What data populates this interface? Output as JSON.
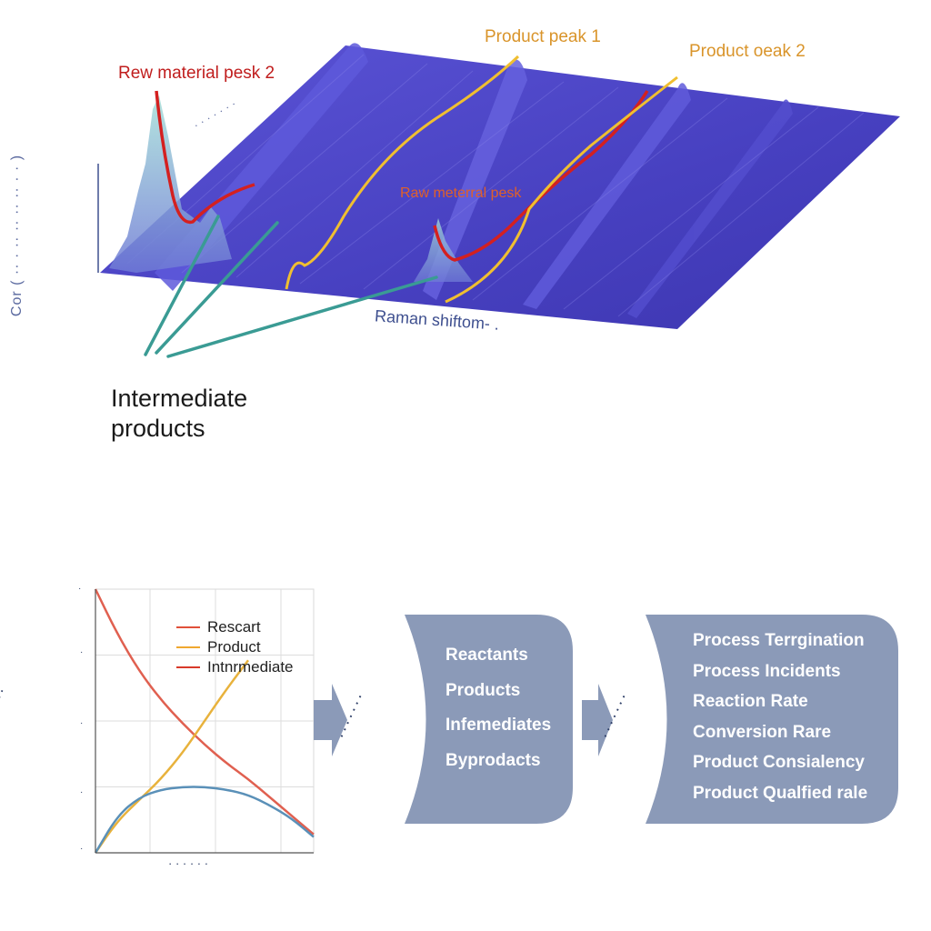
{
  "spectra": {
    "labels": {
      "raw_material_peak_2": "Rew material pesk 2",
      "product_peak_1": "Product peak 1",
      "product_peak_2": "Product oeak 2",
      "raw_material_peak": "Raw meterral pesk",
      "raman_shift": "Raman shiftom- .",
      "intermediate_line1": "Intermediate",
      "intermediate_line2": "products"
    },
    "colors": {
      "surface": "#4a44c4",
      "raw_material_curve": "#d42020",
      "product_curve": "#f0bf30",
      "intermediate_leader": "#3a9b94"
    }
  },
  "legend": {
    "items": [
      {
        "label": "Rescart",
        "color": "#e0503a"
      },
      {
        "label": "Product",
        "color": "#f0a830"
      },
      {
        "label": "Intnrmediate",
        "color": "#d83a2a"
      }
    ]
  },
  "chart_data": {
    "type": "line",
    "series": [
      {
        "name": "Rescart",
        "color": "#e06050",
        "x": [
          0,
          1,
          2,
          3,
          4,
          5,
          6,
          7,
          8,
          9,
          10
        ],
        "y": [
          10,
          8.3,
          6.9,
          5.8,
          4.9,
          4.1,
          3.4,
          2.8,
          2.1,
          1.4,
          0.7
        ]
      },
      {
        "name": "Product",
        "color": "#e8b23c",
        "x": [
          0,
          1,
          2,
          3,
          4,
          5,
          6,
          7
        ],
        "y": [
          0,
          1.2,
          2.0,
          2.8,
          3.8,
          5.0,
          6.2,
          7.3
        ]
      },
      {
        "name": "Intnrmediate",
        "color": "#5a90b8",
        "x": [
          0,
          1,
          2,
          3,
          4,
          5,
          6,
          7,
          8,
          9,
          10
        ],
        "y": [
          0,
          1.4,
          2.1,
          2.4,
          2.5,
          2.5,
          2.4,
          2.2,
          1.8,
          1.3,
          0.6
        ]
      }
    ],
    "xlim": [
      0,
      10
    ],
    "ylim": [
      0,
      10
    ],
    "grid": true,
    "legend_position": "top-right"
  },
  "flow": {
    "box1": {
      "items": [
        "Reactants",
        "Products",
        "Infemediates",
        "Byprodacts"
      ],
      "color": "#8b9ab8"
    },
    "box2": {
      "items": [
        "Process Terrgination",
        "Process Incidents",
        "Reaction Rate",
        "Conversion Rare",
        "Product Consialency",
        "Product Qualfied rale"
      ],
      "color": "#8b9ab8"
    },
    "arrow_color": "#8b9ab8"
  }
}
